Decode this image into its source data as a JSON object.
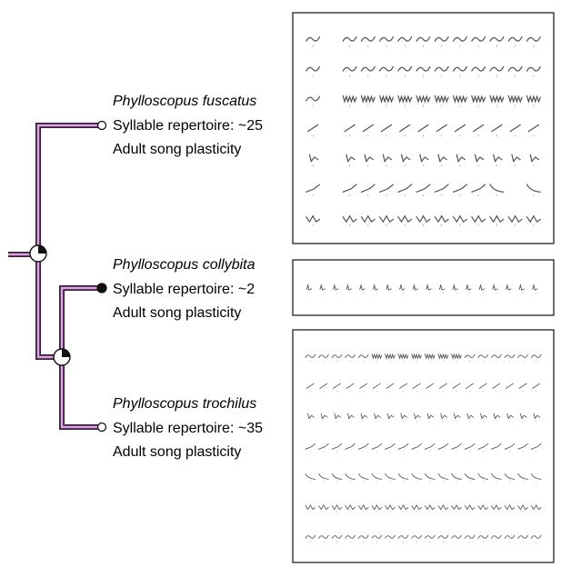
{
  "species": [
    {
      "name": "Phylloscopus fuscatus",
      "repertoire": "Syllable repertoire: ~25",
      "plasticity": "Adult song plasticity",
      "tip_marker": "open-circle",
      "syllable_rows": [
        [
          1,
          0,
          1,
          1,
          1,
          1,
          1,
          1,
          1,
          1,
          1,
          1,
          1
        ],
        [
          1,
          0,
          1,
          1,
          1,
          1,
          1,
          1,
          1,
          1,
          1,
          1,
          1
        ],
        [
          1,
          0,
          2,
          2,
          2,
          2,
          2,
          2,
          2,
          2,
          2,
          2,
          2
        ],
        [
          3,
          0,
          3,
          3,
          3,
          3,
          3,
          3,
          3,
          3,
          3,
          3,
          3
        ],
        [
          4,
          0,
          4,
          4,
          4,
          4,
          4,
          4,
          4,
          4,
          4,
          4,
          4
        ],
        [
          5,
          0,
          5,
          5,
          5,
          5,
          5,
          5,
          5,
          5,
          6,
          0,
          6
        ],
        [
          7,
          0,
          7,
          7,
          7,
          7,
          7,
          7,
          7,
          7,
          7,
          7,
          7
        ]
      ]
    },
    {
      "name": "Phylloscopus collybita",
      "repertoire": "Syllable repertoire: ~2",
      "plasticity": "Adult song plasticity",
      "tip_marker": "filled-circle",
      "syllable_rows": [
        [
          8,
          8,
          8,
          8,
          8,
          8,
          8,
          8,
          8,
          8,
          8,
          8,
          8,
          8,
          8,
          8,
          8,
          8
        ]
      ]
    },
    {
      "name": "Phylloscopus trochilus",
      "repertoire": "Syllable repertoire: ~35",
      "plasticity": "Adult song plasticity",
      "tip_marker": "open-circle",
      "syllable_rows": [
        [
          1,
          1,
          1,
          1,
          1,
          2,
          2,
          2,
          2,
          2,
          2,
          2,
          1,
          1,
          1,
          1,
          1,
          1
        ],
        [
          3,
          3,
          3,
          3,
          3,
          3,
          3,
          3,
          3,
          3,
          3,
          3,
          3,
          3,
          3,
          3,
          3,
          3
        ],
        [
          4,
          4,
          4,
          4,
          4,
          4,
          4,
          4,
          4,
          4,
          4,
          4,
          4,
          4,
          4,
          4,
          4,
          4
        ],
        [
          5,
          5,
          5,
          5,
          5,
          5,
          5,
          5,
          5,
          5,
          5,
          5,
          5,
          5,
          5,
          5,
          5,
          5
        ],
        [
          6,
          6,
          6,
          6,
          6,
          6,
          6,
          6,
          6,
          6,
          6,
          6,
          6,
          6,
          6,
          6,
          6,
          6
        ],
        [
          7,
          7,
          7,
          7,
          7,
          7,
          7,
          7,
          7,
          7,
          7,
          7,
          7,
          7,
          7,
          7,
          7,
          7
        ],
        [
          1,
          1,
          1,
          1,
          1,
          1,
          1,
          1,
          1,
          1,
          1,
          1,
          1,
          1,
          1,
          1,
          1,
          1
        ]
      ]
    }
  ],
  "nodes": [
    {
      "name": "root-node",
      "marker": "pie"
    },
    {
      "name": "inner-node",
      "marker": "pie"
    }
  ],
  "colors": {
    "branch_outline": "#3a1a3a",
    "branch_fill": "#d9a6dd",
    "spectrogram": "#333333",
    "panel_border": "#222222"
  }
}
